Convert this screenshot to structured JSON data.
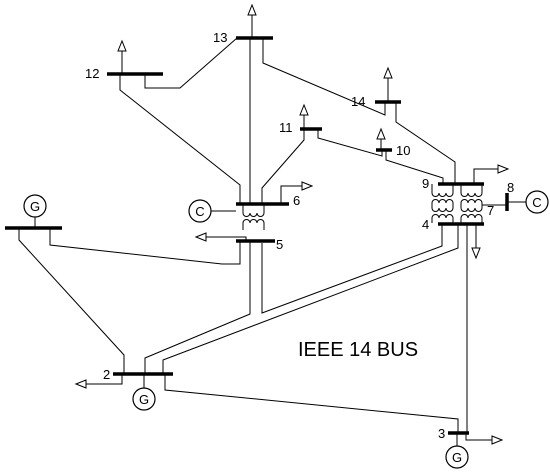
{
  "title": "IEEE 14 BUS",
  "buses": [
    {
      "id": "1"
    },
    {
      "id": "2",
      "label": "2"
    },
    {
      "id": "3",
      "label": "3"
    },
    {
      "id": "4",
      "label": "4"
    },
    {
      "id": "5",
      "label": "5"
    },
    {
      "id": "6",
      "label": "6"
    },
    {
      "id": "7",
      "label": "7"
    },
    {
      "id": "8",
      "label": "8"
    },
    {
      "id": "9",
      "label": "9"
    },
    {
      "id": "10",
      "label": "10"
    },
    {
      "id": "11",
      "label": "11"
    },
    {
      "id": "12",
      "label": "12"
    },
    {
      "id": "13",
      "label": "13"
    },
    {
      "id": "14",
      "label": "14"
    }
  ],
  "generators": [
    {
      "bus": "1",
      "symbol": "G"
    },
    {
      "bus": "2",
      "symbol": "G"
    },
    {
      "bus": "3",
      "symbol": "G"
    },
    {
      "bus": "6",
      "symbol": "C"
    },
    {
      "bus": "8",
      "symbol": "C"
    }
  ],
  "loads": [
    "2",
    "3",
    "4",
    "5",
    "6",
    "9",
    "10",
    "11",
    "12",
    "13",
    "14"
  ],
  "branches": [
    [
      "1",
      "2"
    ],
    [
      "1",
      "5"
    ],
    [
      "2",
      "3"
    ],
    [
      "2",
      "4"
    ],
    [
      "2",
      "5"
    ],
    [
      "3",
      "4"
    ],
    [
      "4",
      "5"
    ],
    [
      "4",
      "7"
    ],
    [
      "4",
      "9"
    ],
    [
      "5",
      "6"
    ],
    [
      "6",
      "11"
    ],
    [
      "6",
      "12"
    ],
    [
      "6",
      "13"
    ],
    [
      "7",
      "8"
    ],
    [
      "7",
      "9"
    ],
    [
      "9",
      "10"
    ],
    [
      "9",
      "14"
    ],
    [
      "10",
      "11"
    ],
    [
      "12",
      "13"
    ],
    [
      "13",
      "14"
    ]
  ]
}
